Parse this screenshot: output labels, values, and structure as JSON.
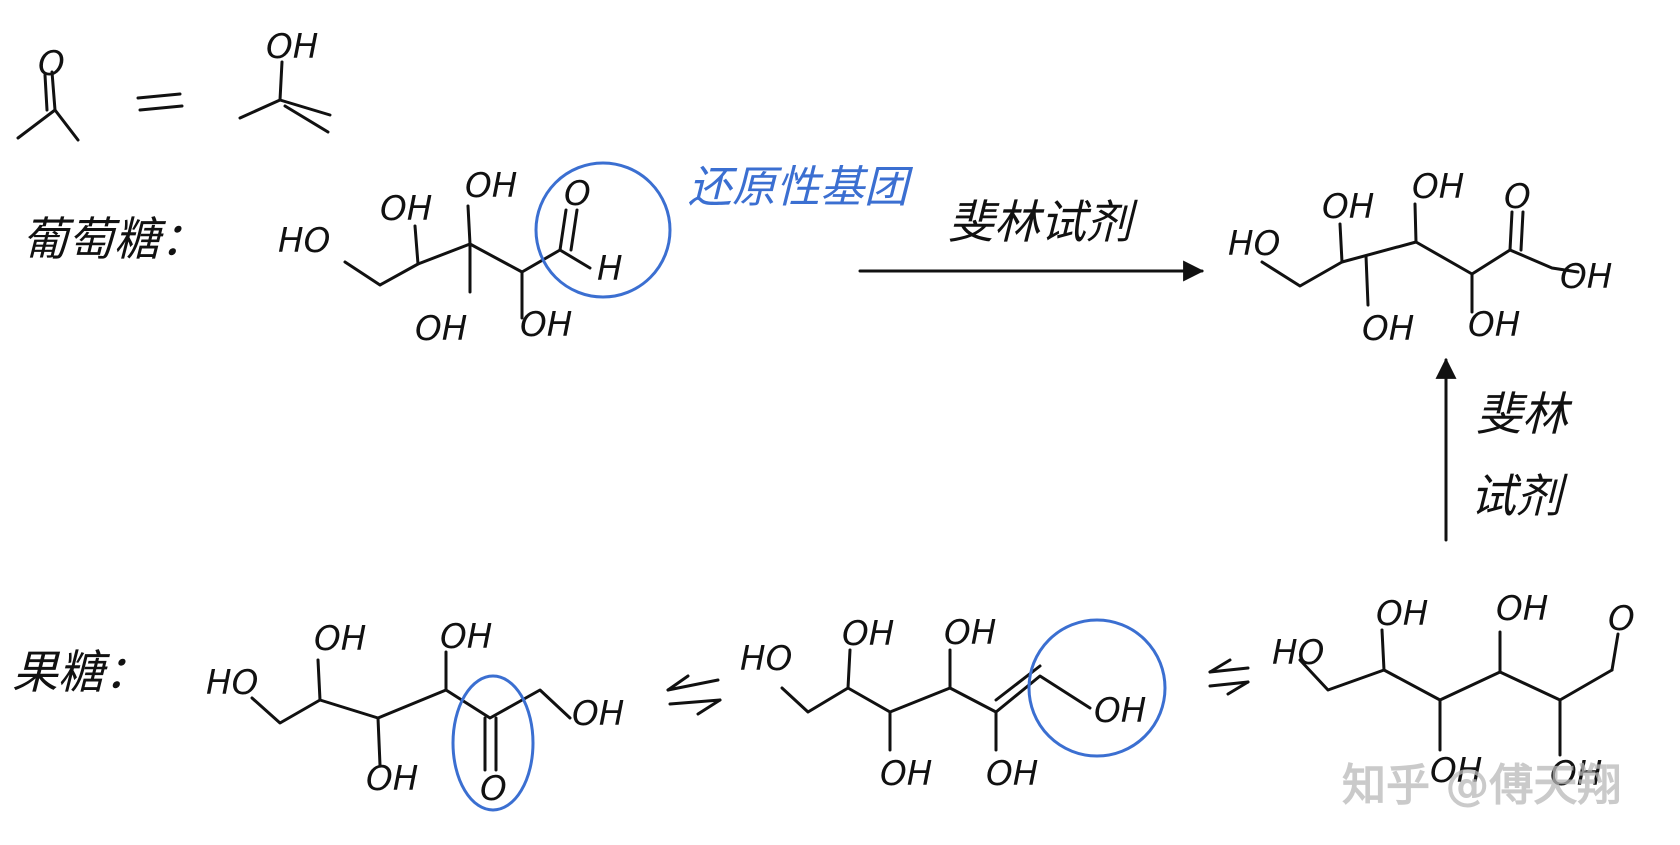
{
  "labels": {
    "glucose": "葡萄糖：",
    "fructose": "果糖：",
    "reducing_group": "还原性基团",
    "fehling_top": "斐林试剂",
    "fehling_right_line1": "斐林",
    "fehling_right_line2": "试剂"
  },
  "atoms": {
    "oh": "OH",
    "ho": "HO",
    "o": "O",
    "h": "H"
  },
  "watermark": "知乎 @傅天翔",
  "colors": {
    "ink": "#111111",
    "highlight": "#3b6fd1",
    "watermark": "#b9b9b9"
  }
}
